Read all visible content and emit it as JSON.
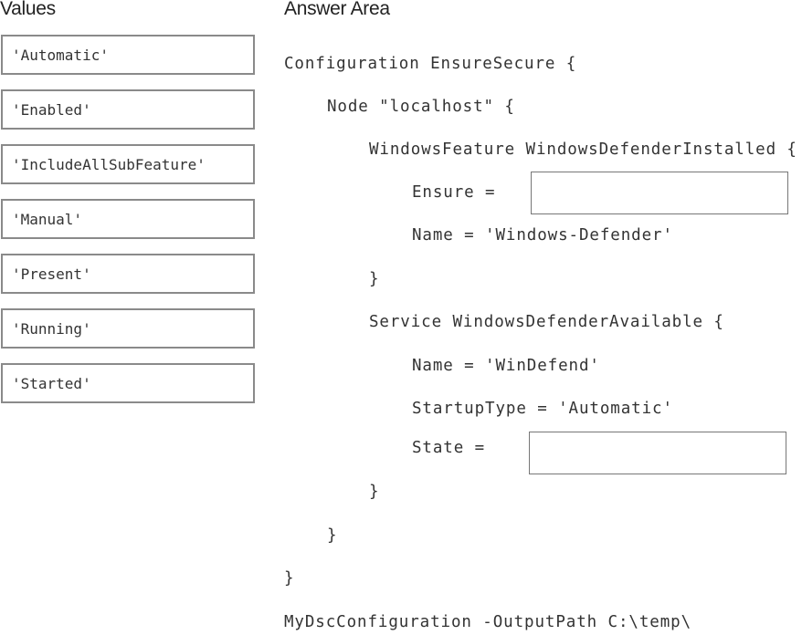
{
  "values_header": "Values",
  "answer_header": "Answer Area",
  "values": [
    "'Automatic'",
    "'Enabled'",
    "'IncludeAllSubFeature'",
    "'Manual'",
    "'Present'",
    "'Running'",
    "'Started'"
  ],
  "code": {
    "l1": "Configuration EnsureSecure {",
    "l2": "Node \"localhost\" {",
    "l3": "WindowsFeature WindowsDefenderInstalled {",
    "l4": "Ensure =",
    "l5": "Name = 'Windows-Defender'",
    "l6": "}",
    "l7": "Service WindowsDefenderAvailable {",
    "l8": "Name = 'WinDefend'",
    "l9": "StartupType = 'Automatic'",
    "l10": "State =",
    "l11": "}",
    "l12": "}",
    "l13": "}",
    "l14": "MyDscConfiguration -OutputPath C:\\temp\\"
  }
}
